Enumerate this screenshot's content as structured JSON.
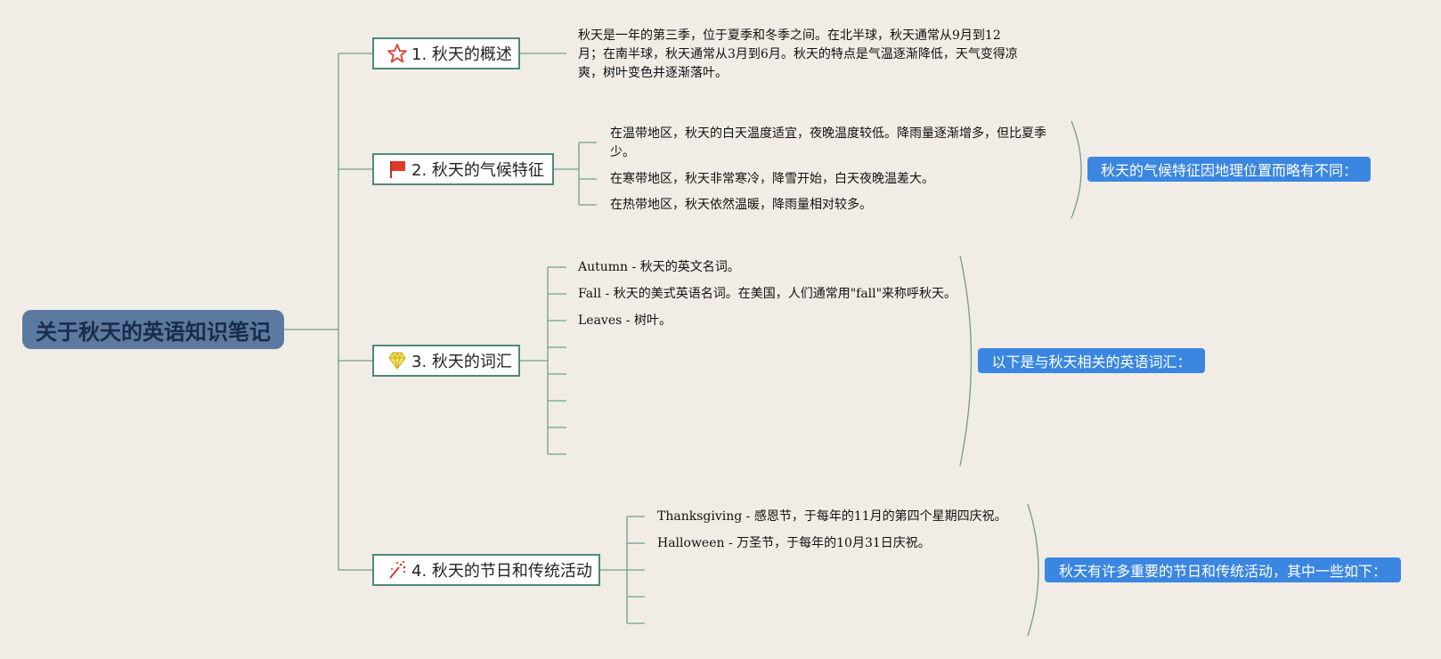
{
  "root": {
    "title": "关于秋天的英语知识笔记"
  },
  "topics": [
    {
      "label": "1. 秋天的概述",
      "icon": "star-icon",
      "children": [
        "秋天是一年的第三季，位于夏季和冬季之间。在北半球，秋天通常从9月到12月；在南半球，秋天通常从3月到6月。秋天的特点是气温逐渐降低，天气变得凉爽，树叶变色并逐渐落叶。"
      ]
    },
    {
      "label": "2. 秋天的气候特征",
      "icon": "red-flag-icon",
      "children": [
        "在温带地区，秋天的白天温度适宜，夜晚温度较低。降雨量逐渐增多，但比夏季少。",
        "在寒带地区，秋天非常寒冷，降雪开始，白天夜晚温差大。",
        "在热带地区，秋天依然温暖，降雨量相对较多。"
      ],
      "summary": "秋天的气候特征因地理位置而略有不同："
    },
    {
      "label": "3. 秋天的词汇",
      "icon": "diamond-icon",
      "children": [
        "Autumn - 秋天的英文名词。",
        "Fall - 秋天的美式英语名词。在美国，人们通常用\"fall\"来称呼秋天。",
        "Leaves - 树叶。",
        "",
        "",
        "",
        "",
        ""
      ],
      "summary": "以下是与秋天相关的英语词汇："
    },
    {
      "label": "4. 秋天的节日和传统活动",
      "icon": "fireworks-icon",
      "children": [
        "Thanksgiving - 感恩节，于每年的11月的第四个星期四庆祝。",
        "Halloween - 万圣节，于每年的10月31日庆祝。",
        "",
        "",
        ""
      ],
      "summary": "秋天有许多重要的节日和传统活动，其中一些如下："
    }
  ],
  "colors": {
    "background": "#f1ece6",
    "root_fill": "#5c7aa0",
    "branch_line": "#4d8a78",
    "summary_fill": "#3a86e0"
  }
}
